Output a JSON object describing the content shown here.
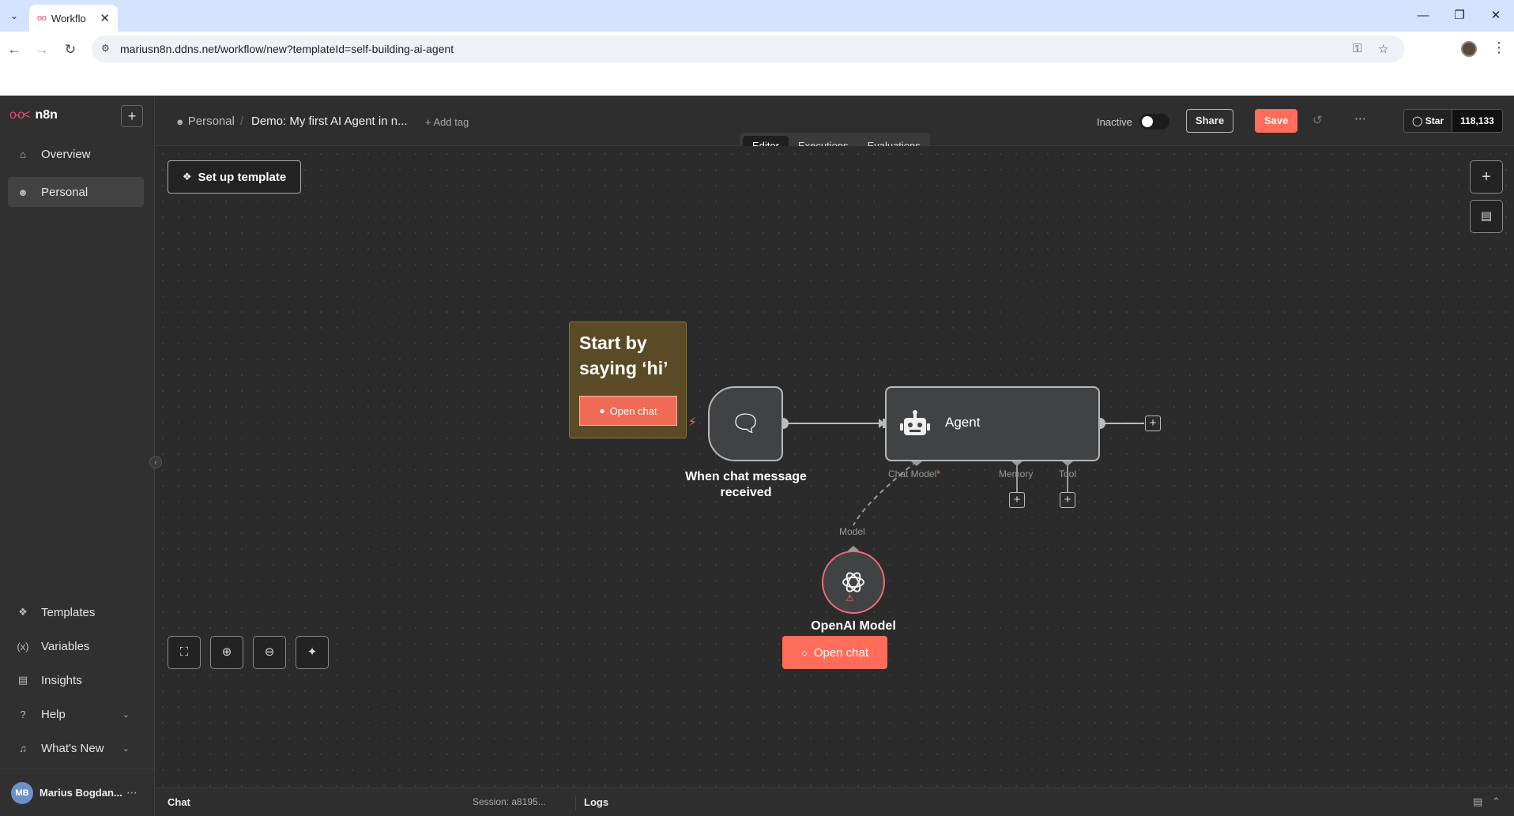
{
  "browser": {
    "tab_title": "Workflo",
    "url": "mariusn8n.ddns.net/workflow/new?templateId=self-building-ai-agent"
  },
  "sidebar": {
    "logo": "n8n",
    "items": [
      {
        "label": "Overview"
      },
      {
        "label": "Personal"
      }
    ],
    "bottom_items": [
      {
        "label": "Templates"
      },
      {
        "label": "Variables"
      },
      {
        "label": "Insights"
      },
      {
        "label": "Help"
      },
      {
        "label": "What's New"
      }
    ],
    "user": {
      "initials": "MB",
      "name": "Marius Bogdan..."
    }
  },
  "header": {
    "breadcrumb": "Personal",
    "separator": "/",
    "workflow_name": "Demo: My first AI Agent in n...",
    "add_tag": "+ Add tag",
    "status_label": "Inactive",
    "share": "Share",
    "save": "Save",
    "github_star": "Star",
    "github_count": "118,133"
  },
  "tabs": [
    "Editor",
    "Executions",
    "Evaluations"
  ],
  "canvas": {
    "setup_template": "Set up template",
    "sticky_text": "Start by saying ‘hi’",
    "sticky_button": "Open chat",
    "trigger_title": "When chat message received",
    "agent_label": "Agent",
    "ports": {
      "chat_model": "Chat Model",
      "required": "*",
      "memory": "Memory",
      "tool": "Tool",
      "model": "Model"
    },
    "openai_title": "OpenAI Model",
    "open_chat": "Open chat"
  },
  "bottom_panel": {
    "chat": "Chat",
    "session": "Session: a8195...",
    "logs": "Logs"
  },
  "colors": {
    "accent": "#ff6d5a",
    "background": "#2b2b2b",
    "sticky": "#5b4a26"
  }
}
